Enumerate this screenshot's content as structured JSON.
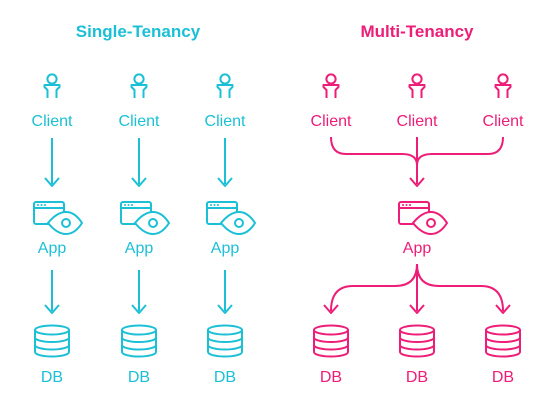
{
  "single_tenancy": {
    "title": "Single-Tenancy",
    "color": "#1cc0d6",
    "client_label": "Client",
    "app_label": "App",
    "db_label": "DB"
  },
  "multi_tenancy": {
    "title": "Multi-Tenancy",
    "color": "#ed1d78",
    "client_label": "Client",
    "app_label": "App",
    "db_label": "DB"
  },
  "icons": {
    "client": "person-icon",
    "app": "browser-eye-icon",
    "db": "database-icon"
  }
}
